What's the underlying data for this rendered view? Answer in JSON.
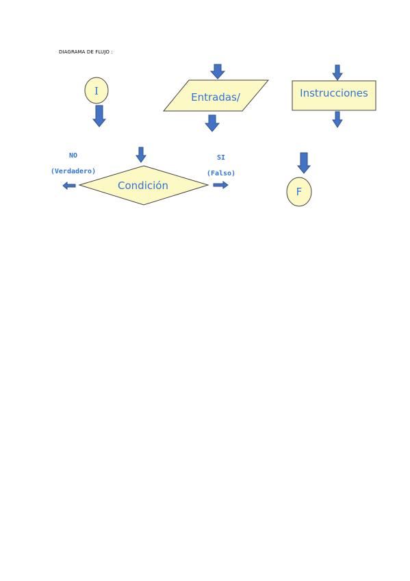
{
  "heading": "DIAGRAMA DE FLUJO :",
  "shapes": {
    "start_label": "I",
    "input_label": "Entradas/",
    "process_label": "Instrucciones",
    "decision_label": "Condición",
    "end_label": "F"
  },
  "branches": {
    "no_label": "NO",
    "no_sublabel": "(Verdadero)",
    "yes_label": "SI",
    "yes_sublabel": "(Falso)"
  },
  "colors": {
    "shape_fill": "#fdf9c4",
    "shape_stroke": "#404040",
    "arrow_fill": "#4472c4",
    "arrow_stroke": "#2f528f",
    "text": "#2e74d6"
  }
}
